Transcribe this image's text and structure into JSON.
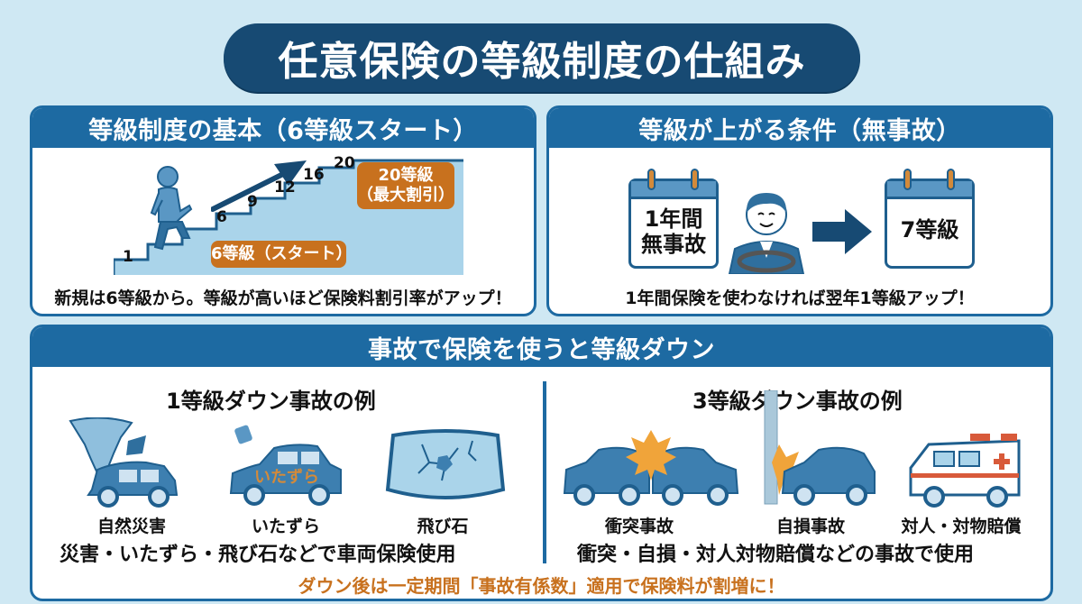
{
  "title": "任意保険の等級制度の仕組み",
  "colors": {
    "background": "#cfe8f3",
    "title_pill": "#174a73",
    "panel_header": "#1d6aa2",
    "accent_orange": "#c8711e",
    "stair_fill": "#aad4ea"
  },
  "basics_panel": {
    "header": "等級制度の基本（6等級スタート）",
    "steps": [
      "1",
      "6",
      "9",
      "12",
      "16",
      "20"
    ],
    "start_callout": "6等級（スタート）",
    "max_callout_line1": "20等級",
    "max_callout_line2": "（最大割引）",
    "caption": "新規は6等級から。等級が高いほど保険料割引率がアップ！",
    "icons": [
      "person-climbing-icon",
      "up-arrow-icon",
      "staircase-icon"
    ]
  },
  "upgrade_panel": {
    "header": "等級が上がる条件（無事故）",
    "calendar_before_line1": "1年間",
    "calendar_before_line2": "無事故",
    "calendar_after": "7等級",
    "caption": "1年間保険を使わなければ翌年1等級アップ！",
    "icons": [
      "calendar-icon",
      "driver-icon",
      "right-arrow-icon",
      "calendar-icon"
    ]
  },
  "downgrade_panel": {
    "header": "事故で保険を使うと等級ダウン",
    "one_grade": {
      "title": "1等級ダウン事故の例",
      "items": [
        {
          "label": "自然災害",
          "icon": "tornado-car-icon"
        },
        {
          "label": "いたずら",
          "icon": "graffiti-car-icon",
          "graffiti_text": "いたずら"
        },
        {
          "label": "飛び石",
          "icon": "cracked-windshield-icon"
        }
      ],
      "caption": "災害・いたずら・飛び石などで車両保険使用"
    },
    "three_grade": {
      "title": "3等級ダウン事故の例",
      "items": [
        {
          "label": "衝突事故",
          "icon": "car-collision-icon"
        },
        {
          "label": "自損事故",
          "icon": "car-pole-crash-icon"
        },
        {
          "label": "対人・対物賠償",
          "icon": "ambulance-icon"
        }
      ],
      "caption": "衝突・自損・対人対物賠償などの事故で使用"
    },
    "warning": "ダウン後は一定期間「事故有係数」適用で保険料が割増に！"
  }
}
